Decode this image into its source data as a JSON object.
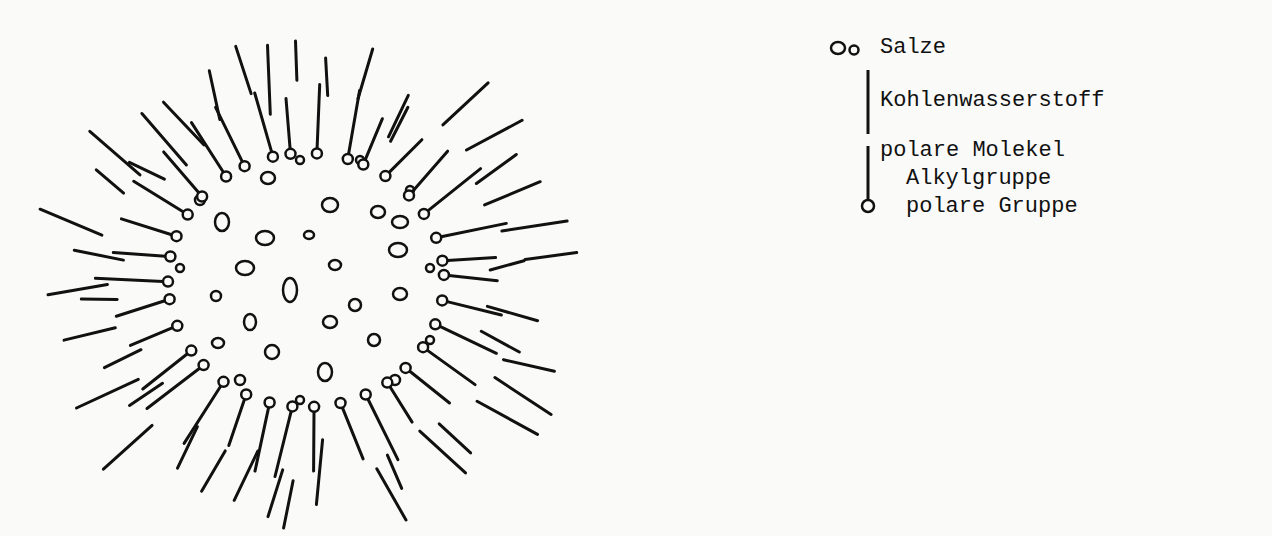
{
  "diagram": {
    "legend": [
      {
        "text": "Salze"
      },
      {
        "text": "Kohlenwasserstoff"
      },
      {
        "text": "polare Molekel"
      },
      {
        "text": "Alkylgruppe"
      },
      {
        "text": "polare Gruppe"
      }
    ]
  }
}
